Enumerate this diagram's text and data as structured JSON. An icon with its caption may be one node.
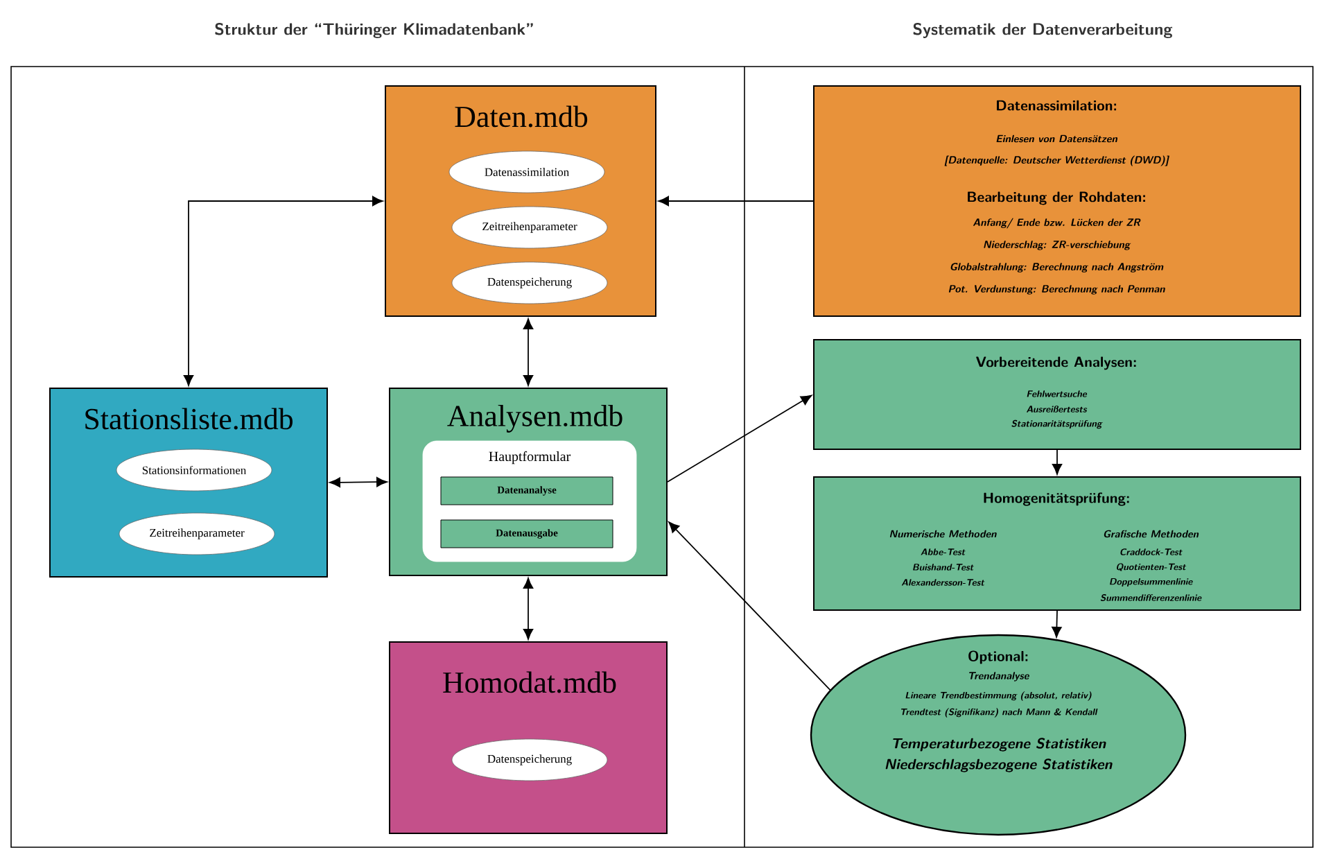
{
  "diagram": {
    "nodes": [
      {
        "text": [
          "Daten.mdb"
        ]
      },
      {
        "text": [
          "Datenassimilation"
        ],
        "in": 0
      },
      {
        "text": [
          "Zeitreihenparameter"
        ],
        "in": 0
      },
      {
        "text": [
          "Datenspeicherung"
        ],
        "in": 0
      },
      {
        "text": [
          "Stationsliste.mdb"
        ]
      },
      {
        "text": [
          "Stationsinformationen"
        ],
        "in": 4
      },
      {
        "text": [
          "Zeitreihenparameter"
        ],
        "in": 4
      },
      {
        "text": [
          "Analysen.mdb"
        ]
      },
      {
        "text": [
          "Hauptformular"
        ],
        "in": 7
      },
      {
        "text": [
          "Datenanalyse"
        ],
        "in": 8
      },
      {
        "text": [
          "Datenausgabe"
        ],
        "in": 8
      },
      {
        "text": [
          "Homodat.mdb"
        ]
      },
      {
        "text": [
          "Datenspeicherung"
        ],
        "in": 11
      },
      {
        "text": [
          "Datenassimilation:",
          "Einlesen von Datensätzen",
          "[Datenquelle: Deutscher Wetterdienst (DWD)]",
          "Bearbeitung der Rohdaten:",
          "Anfang/ Ende bzw. Lücken der ZR",
          "Niederschlag: ZR-verschiebung",
          "Globalstrahlung: Berechnung nach Angström",
          "Pot. Verdunstung: Berechnung nach Penman"
        ]
      },
      {
        "text": [
          "Vorbereitende Analysen:",
          "Fehlwertsuche",
          "Ausreißertests",
          "Stationaritätsprüfung"
        ]
      },
      {
        "text": [
          "Homogenitätsprüfung:",
          "Numerische Methoden",
          "Abbe-Test",
          "Buishand-Test",
          "Alexandersson-Test",
          "Grafische Methoden",
          "Craddock-Test",
          "Quotienten-Test",
          "Doppelsummenlinie",
          "Summendifferenzenlinie"
        ]
      },
      {
        "text": [
          "Optional:",
          "Trendanalyse",
          "Lineare Trendbestimmung (absolut, relativ)",
          "Trendtest (Signifikanz) nach Mann & Kendall",
          "Temperaturbezogene Statistiken",
          "Niederschlagsbezogene Statistiken"
        ]
      }
    ],
    "edges": [
      {
        "from": 0,
        "to": 4,
        "arrow": "both"
      },
      {
        "from": 0,
        "to": 7,
        "arrow": "both"
      },
      {
        "from": 4,
        "to": 7,
        "arrow": "both"
      },
      {
        "from": 7,
        "to": 11,
        "arrow": "both"
      },
      {
        "from": 13,
        "to": 0,
        "arrow": "to"
      },
      {
        "from": 7,
        "to": 14,
        "arrow": "to"
      },
      {
        "from": 14,
        "to": 15,
        "arrow": "to"
      },
      {
        "from": 15,
        "to": 16,
        "arrow": "to"
      },
      {
        "from": 16,
        "to": 7,
        "arrow": "to"
      }
    ],
    "labels": [
      "Struktur der “Thüringer Klimadatenbank”",
      "Systematik der Datenverarbeitung"
    ]
  }
}
